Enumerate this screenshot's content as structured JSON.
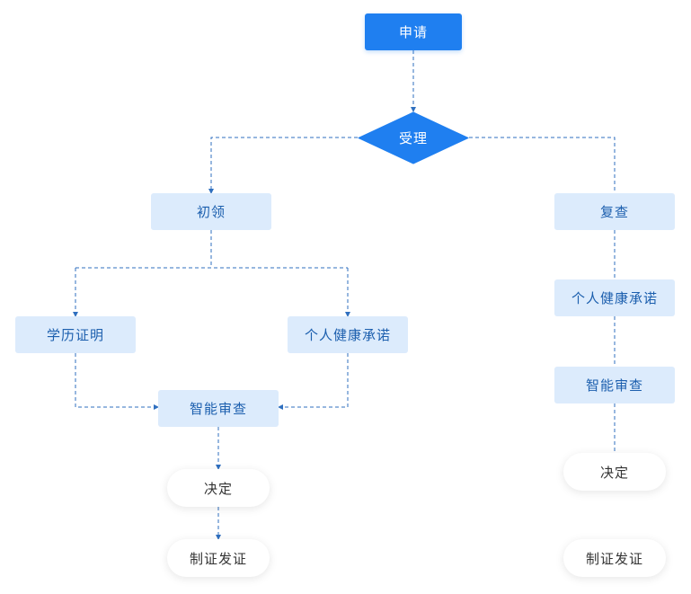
{
  "colors": {
    "primary": "#1f7ff0",
    "step_fill": "#dcebfc",
    "step_text": "#1c5fae",
    "connector": "#2f6fbf",
    "end_text": "#333333"
  },
  "nodes": {
    "apply": "申请",
    "accept": "受理",
    "initial": "初领",
    "renewal": "复查",
    "education_proof": "学历证明",
    "health_pledge_left": "个人健康承诺",
    "smart_review_left": "智能审查",
    "decision_left": "决定",
    "issue_left": "制证发证",
    "health_pledge_right": "个人健康承诺",
    "smart_review_right": "智能审查",
    "decision_right": "决定",
    "issue_right": "制证发证"
  }
}
